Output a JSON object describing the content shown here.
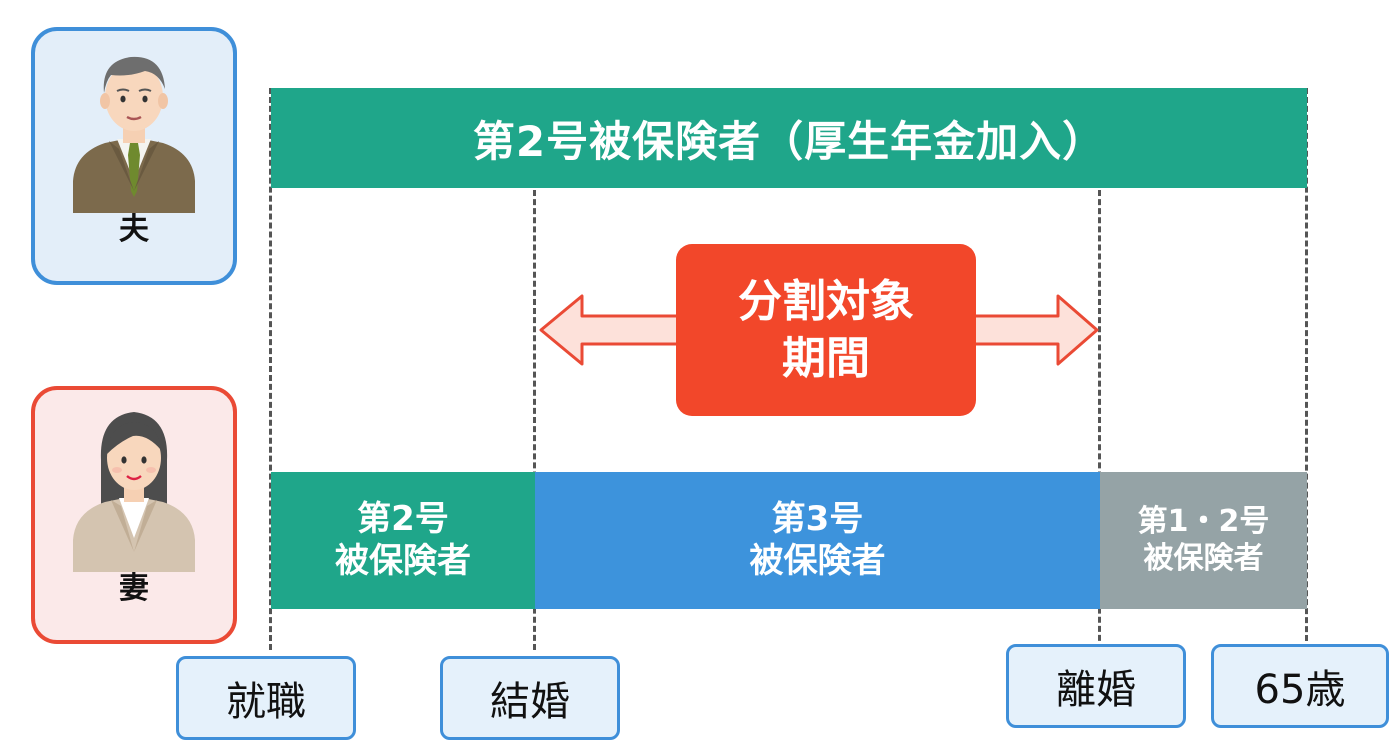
{
  "people": {
    "husband": {
      "label": "夫",
      "border_color": "#3f8fd9",
      "bg_color": "#e3eef9"
    },
    "wife": {
      "label": "妻",
      "border_color": "#ea4a35",
      "bg_color": "#fbe9e9"
    }
  },
  "husband_bar": {
    "text": "第2号被保険者（厚生年金加入）",
    "color": "#1fa68a"
  },
  "split_period": {
    "line1": "分割対象",
    "line2": "期間",
    "color": "#f2472a"
  },
  "wife_segments": [
    {
      "line1": "第2号",
      "line2": "被保険者",
      "color": "#1fa68a"
    },
    {
      "line1": "第3号",
      "line2": "被保険者",
      "color": "#3d93dc"
    },
    {
      "line1": "第1・2号",
      "line2": "被保険者",
      "color": "#95a3a6"
    }
  ],
  "events": [
    {
      "label": "就職"
    },
    {
      "label": "結婚"
    },
    {
      "label": "離婚"
    },
    {
      "label": "65歳"
    }
  ],
  "icons": {
    "husband": "businessman-avatar-icon",
    "wife": "businesswoman-avatar-icon",
    "arrow": "double-headed-arrow-icon"
  }
}
